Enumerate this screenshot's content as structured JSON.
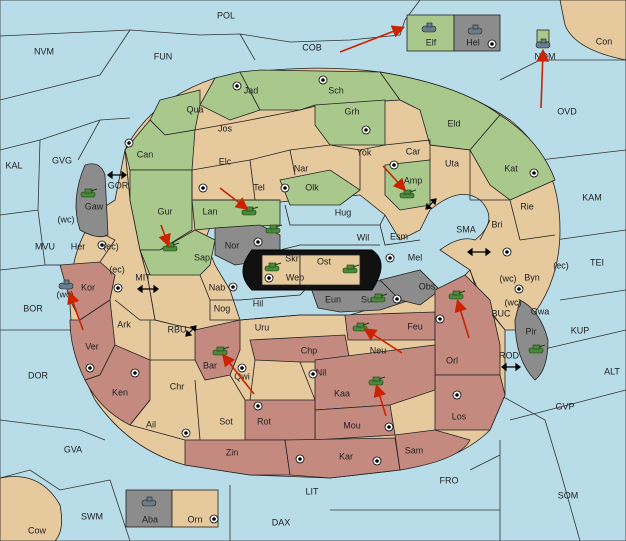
{
  "colors": {
    "sea": "#b8dde8",
    "neutral": "#e6c99c",
    "green_power": "#a9c98c",
    "red_power": "#c48a80",
    "gray_power": "#8c8c8c",
    "black_canal": "#111111",
    "order_arrow": "#cc2200",
    "army_unit": "#4a8a3a"
  },
  "sea_regions": [
    "POL",
    "COB",
    "NVM",
    "FUN",
    "Con",
    "NOM",
    "OVD",
    "KAL",
    "GVG",
    "GOR",
    "KAM",
    "SMA",
    "TEI",
    "MVU",
    "MIT",
    "BOR",
    "RBU",
    "BUC",
    "KUP",
    "ROD",
    "DOR",
    "ALT",
    "GVP",
    "GVA",
    "FRO",
    "LIT",
    "SOM",
    "SWM",
    "DAX",
    "Cow"
  ],
  "land_regions": [
    "Jad",
    "Sch",
    "Qua",
    "Jos",
    "Grh",
    "Eld",
    "Can",
    "Elc",
    "Nar",
    "Yok",
    "Car",
    "Uta",
    "Kat",
    "Tel",
    "Olk",
    "Amp",
    "Gaw",
    "Gur",
    "Lan",
    "Hug",
    "Rie",
    "Bri",
    "Her",
    "Nor",
    "Skr",
    "Wil",
    "Esm",
    "Sap",
    "Ost",
    "Web",
    "Mel",
    "Byn",
    "Kor",
    "Nab",
    "Eun",
    "Sun",
    "Obs",
    "Gwa",
    "Hil",
    "Nog",
    "Uru",
    "Feu",
    "Ark",
    "Pir",
    "Chp",
    "Neu",
    "Orl",
    "Ver",
    "Bar",
    "Qwi",
    "Nil",
    "Ken",
    "Chr",
    "Kaa",
    "Los",
    "Ail",
    "Sot",
    "Rot",
    "Mou",
    "Zin",
    "Kar",
    "Sam",
    "Elf",
    "Hel",
    "Aba",
    "Orn"
  ],
  "coast_labels": [
    "(wc)",
    "(ec)",
    "(wc)",
    "(ec)",
    "(wc)",
    "(ec)",
    "(wc)"
  ]
}
